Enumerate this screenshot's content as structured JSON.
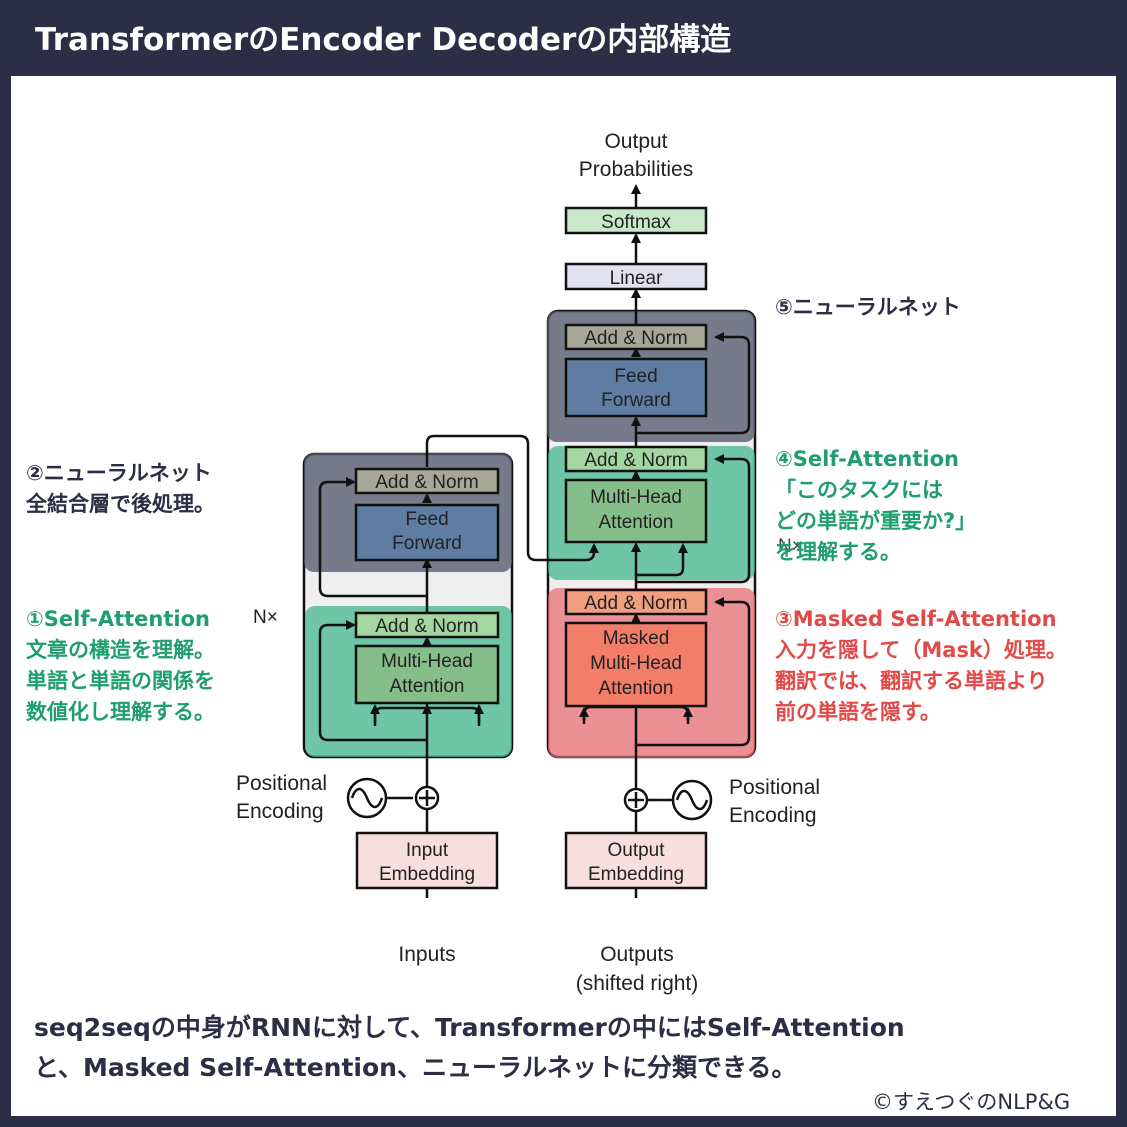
{
  "title": "TransformerのEncoder Decoderの内部構造",
  "colors": {
    "navy": "#2b2e44",
    "green_text": "#1f9e6e",
    "red_text": "#e24a4a",
    "overlay_green": "#3db58a",
    "overlay_red": "#e86b72",
    "overlay_gray": "#55586e",
    "block_bg": "#efefef"
  },
  "diagram": {
    "output_probabilities": [
      "Output",
      "Probabilities"
    ],
    "softmax": "Softmax",
    "linear": "Linear",
    "decoder": {
      "add_norm_ff": "Add & Norm",
      "feed_forward": [
        "Feed",
        "Forward"
      ],
      "add_norm_mha": "Add & Norm",
      "multi_head": [
        "Multi-Head",
        "Attention"
      ],
      "add_norm_masked": "Add & Norm",
      "masked_mha": [
        "Masked",
        "Multi-Head",
        "Attention"
      ],
      "nx": "N×"
    },
    "encoder": {
      "add_norm_ff": "Add & Norm",
      "feed_forward": [
        "Feed",
        "Forward"
      ],
      "add_norm_mha": "Add & Norm",
      "multi_head": [
        "Multi-Head",
        "Attention"
      ],
      "nx": "N×"
    },
    "positional_encoding_left": [
      "Positional",
      "Encoding"
    ],
    "positional_encoding_right": [
      "Positional",
      "Encoding"
    ],
    "input_embedding": [
      "Input",
      "Embedding"
    ],
    "output_embedding": [
      "Output",
      "Embedding"
    ],
    "inputs": "Inputs",
    "outputs": [
      "Outputs",
      "(shifted right)"
    ]
  },
  "notes": {
    "n5": [
      "⑤ニューラルネット"
    ],
    "n2": [
      "②ニューラルネット",
      "全結合層で後処理。"
    ],
    "n4": [
      "④Self-Attention",
      "「このタスクには",
      "どの単語が重要か?」",
      "を理解する。"
    ],
    "n1": [
      "①Self-Attention",
      "文章の構造を理解。",
      "単語と単語の関係を",
      "数値化し理解する。"
    ],
    "n3": [
      "③Masked Self-Attention",
      "入力を隠して（Mask）処理。",
      "翻訳では、翻訳する単語より",
      "前の単語を隠す。"
    ]
  },
  "bottom_text": [
    "seq2seqの中身がRNNに対して、Transformerの中にはSelf-Attention",
    "と、Masked Self-Attention、ニューラルネットに分類できる。"
  ],
  "copyright": "©すえつぐのNLP&G"
}
